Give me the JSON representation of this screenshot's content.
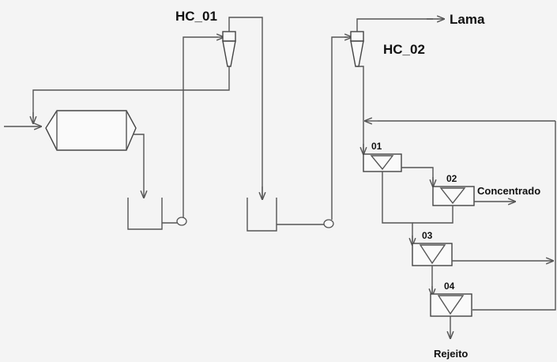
{
  "labels": {
    "hc01": "HC_01",
    "hc02": "HC_02",
    "lama": "Lama",
    "cell01": "01",
    "cell02": "02",
    "cell03": "03",
    "cell04": "04",
    "concentrado": "Concentrado",
    "rejeito": "Rejeito"
  }
}
